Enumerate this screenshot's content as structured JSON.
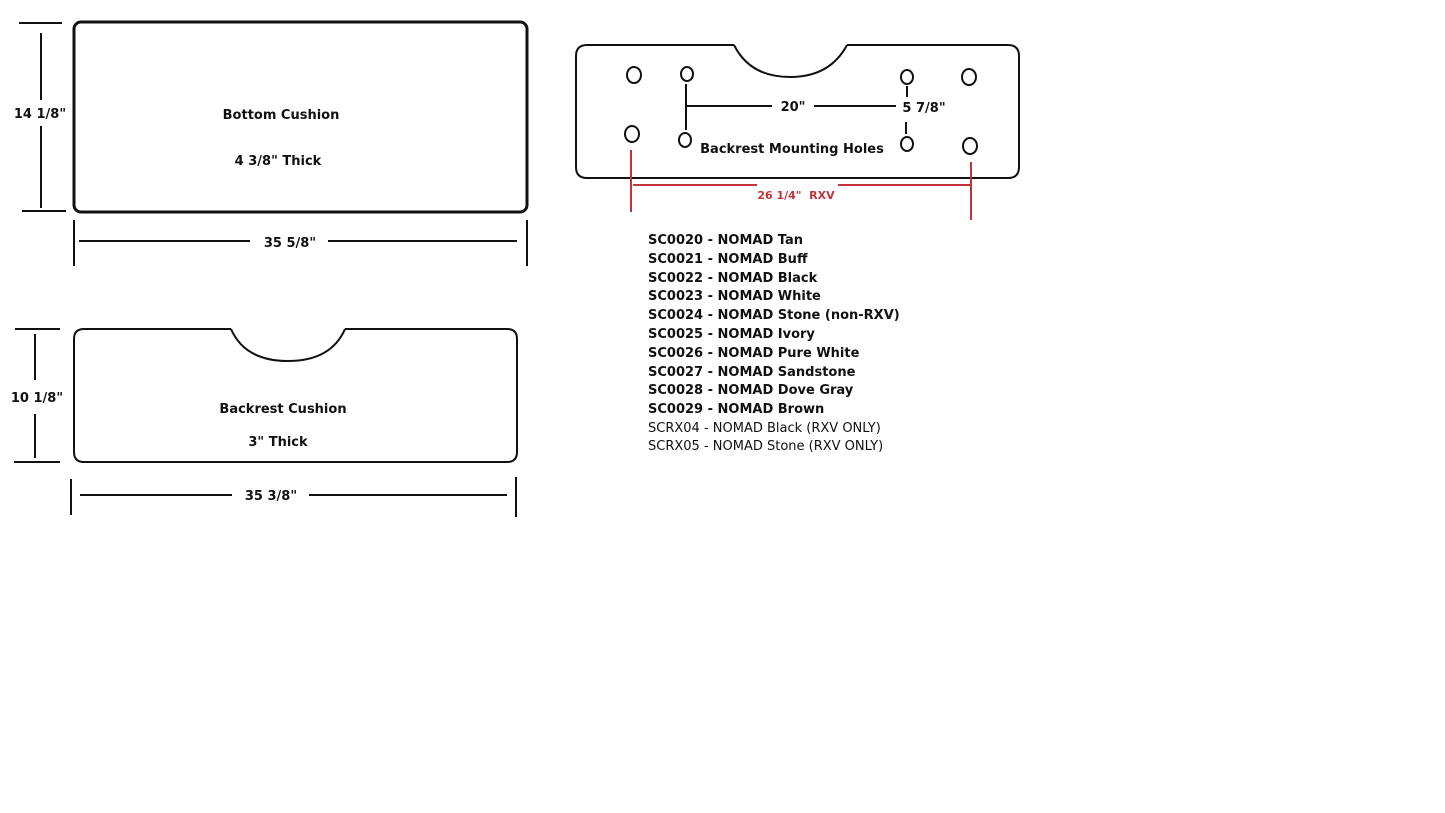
{
  "bottom_cushion": {
    "name": "Bottom Cushion",
    "thickness": "4 3/8\" Thick",
    "height": "14 1/8\"",
    "width": "35 5/8\""
  },
  "backrest_cushion": {
    "name": "Backrest Cushion",
    "thickness": "3\" Thick",
    "height": "10 1/8\"",
    "width": "35 3/8\""
  },
  "mounting": {
    "title": "Backrest Mounting Holes",
    "horizontal_spacing": "20\"",
    "vertical_spacing": "5 7/8\"",
    "rxv_spacing": "26 1/4\"  RXV"
  },
  "colors": {
    "outline": "#111111",
    "rxv_dimension": "#c0353b"
  },
  "parts": [
    "SC0020 - NOMAD Tan",
    "SC0021 - NOMAD Buff",
    "SC0022 - NOMAD Black",
    "SC0023 - NOMAD White",
    "SC0024 - NOMAD Stone (non-RXV)",
    "SC0025 - NOMAD Ivory",
    "SC0026 - NOMAD Pure White",
    "SC0027 - NOMAD Sandstone",
    "SC0028 - NOMAD Dove Gray",
    "SC0029 - NOMAD Brown",
    "SCRX04 - NOMAD Black (RXV ONLY)",
    "SCRX05 - NOMAD Stone (RXV ONLY)"
  ]
}
